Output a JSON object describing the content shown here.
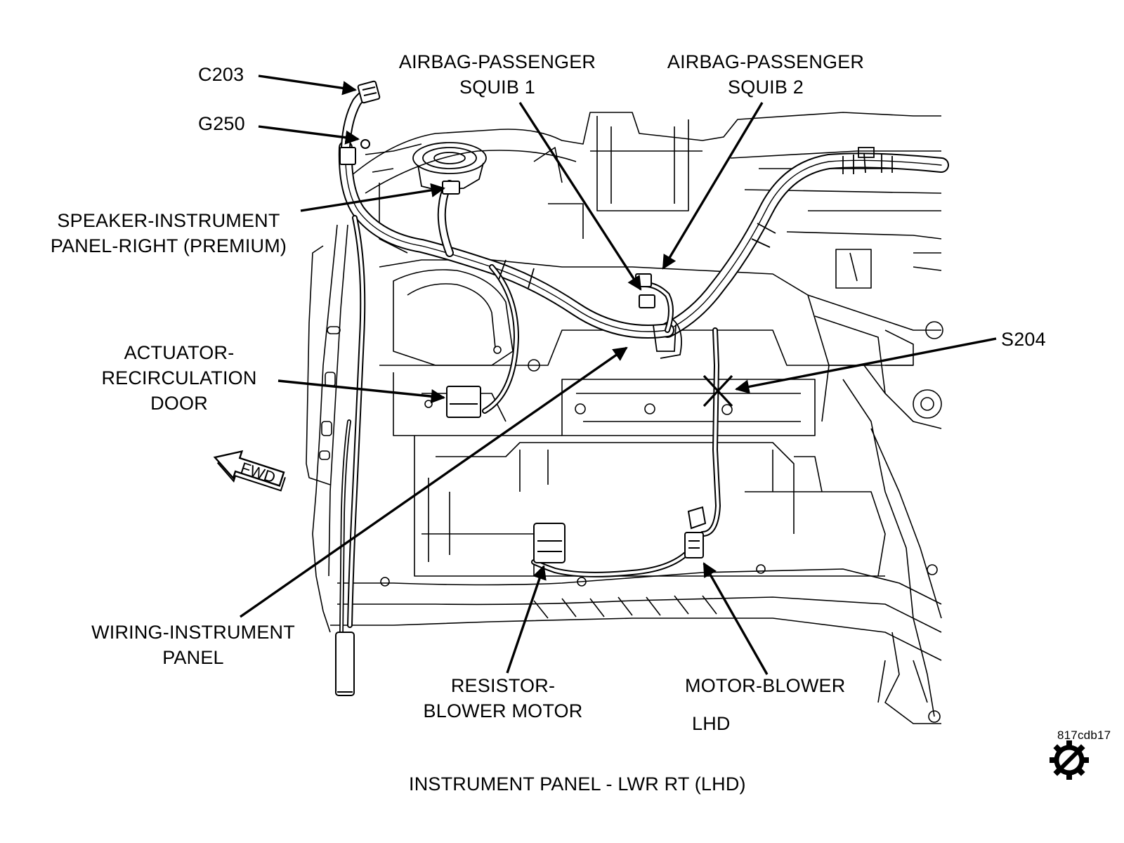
{
  "diagram": {
    "labels": {
      "c203": "C203",
      "g250": "G250",
      "airbag_squib1_line1": "AIRBAG-PASSENGER",
      "airbag_squib1_line2": "SQUIB 1",
      "airbag_squib2_line1": "AIRBAG-PASSENGER",
      "airbag_squib2_line2": "SQUIB 2",
      "speaker_line1": "SPEAKER-INSTRUMENT",
      "speaker_line2": "PANEL-RIGHT (PREMIUM)",
      "actuator_line1": "ACTUATOR-",
      "actuator_line2": "RECIRCULATION",
      "actuator_line3": "DOOR",
      "s204": "S204",
      "wiring_line1": "WIRING-INSTRUMENT",
      "wiring_line2": "PANEL",
      "resistor_line1": "RESISTOR-",
      "resistor_line2": "BLOWER MOTOR",
      "motor_blower": "MOTOR-BLOWER",
      "lhd": "LHD",
      "fwd": "FWD",
      "figure_id": "817cdb17",
      "caption": "INSTRUMENT PANEL - LWR RT  (LHD)"
    },
    "icons": {
      "fwd_arrow": "forward-arrow-icon",
      "brand_mark": "gear-slash-icon"
    },
    "colors": {
      "ink": "#000000",
      "paper": "#ffffff"
    }
  }
}
